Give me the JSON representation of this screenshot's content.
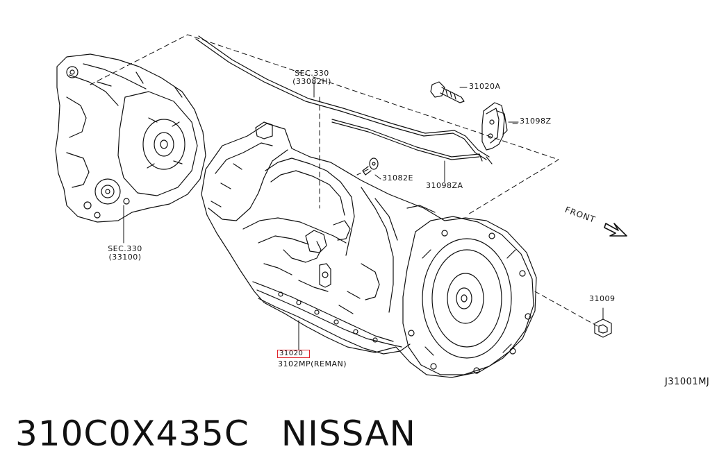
{
  "callouts": {
    "sec330_top": "SEC.330",
    "sec330_top_sub": "(33082H)",
    "part_31020a": "31020A",
    "part_31098z": "31098Z",
    "part_31082e": "31082E",
    "part_31098za": "31098ZA",
    "sec330_left": "SEC.330",
    "sec330_left_sub": "(33100)",
    "part_31009": "31009",
    "part_31020": "31020",
    "part_3102mp": "3102MP(REMAN)"
  },
  "front_label": "FRONT",
  "diagram_code": "J31001MJ",
  "caption": {
    "part_number": "310C0X435C",
    "brand": "NISSAN"
  },
  "colors": {
    "line": "#111111",
    "highlight": "#e0242b"
  }
}
